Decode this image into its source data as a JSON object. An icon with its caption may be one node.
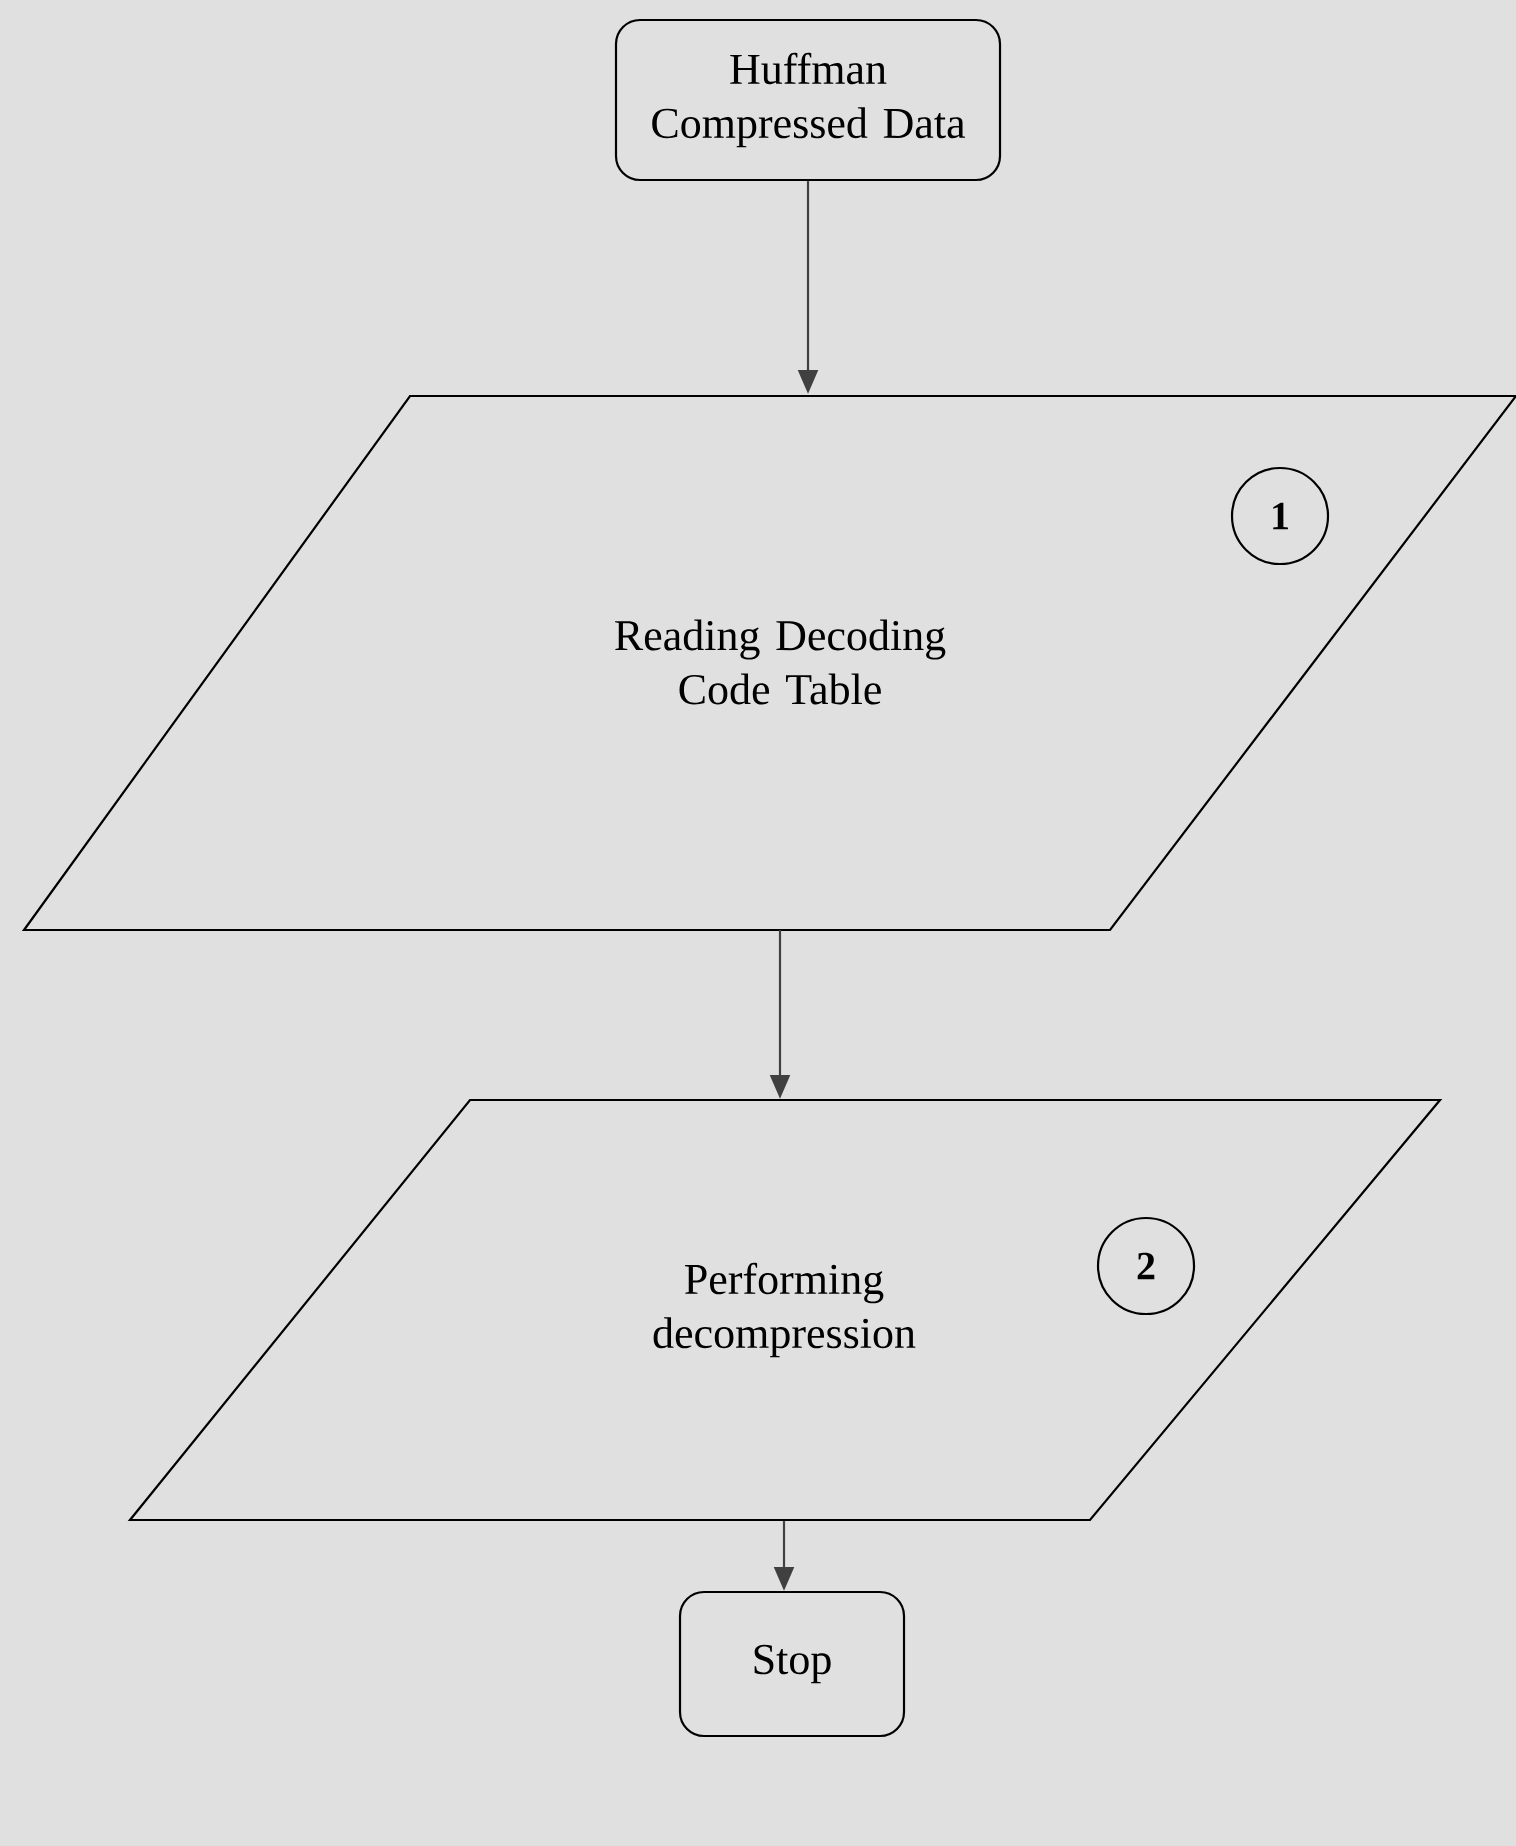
{
  "diagram": {
    "nodes": [
      {
        "text": [
          "Huffman Compressed Data"
        ]
      },
      {
        "text": [
          "Reading Decoding Code Table"
        ]
      },
      {
        "text": [
          "1"
        ],
        "in": 1
      },
      {
        "text": [
          "Performing decompression"
        ]
      },
      {
        "text": [
          "2"
        ],
        "in": 3
      },
      {
        "text": [
          "Stop"
        ]
      }
    ],
    "edges": [
      {
        "from": 0,
        "to": 1,
        "arrow": "to"
      },
      {
        "from": 1,
        "to": 3,
        "arrow": "to"
      },
      {
        "from": 3,
        "to": 5,
        "arrow": "to"
      }
    ]
  }
}
